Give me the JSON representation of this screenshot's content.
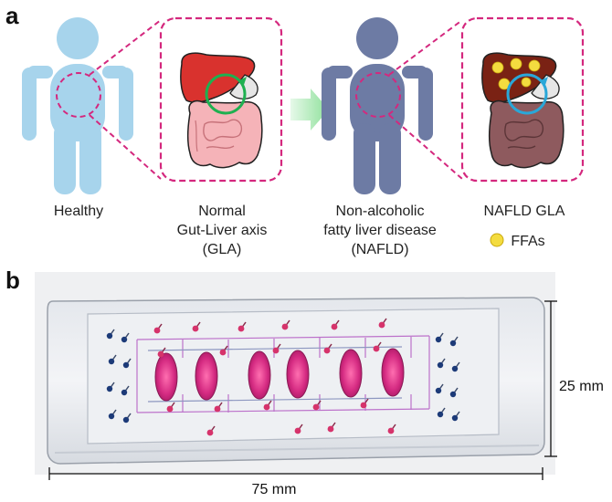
{
  "panel_a": {
    "letter": "a",
    "labels": {
      "healthy": "Healthy",
      "normal_gla_line1": "Normal",
      "normal_gla_line2": "Gut-Liver axis",
      "normal_gla_line3": "(GLA)",
      "nafld_line1": "Non-alcoholic",
      "nafld_line2": "fatty liver disease",
      "nafld_line3": "(NAFLD)",
      "nafld_gla": "NAFLD GLA",
      "ffas": "FFAs"
    },
    "colors": {
      "healthy_figure": "#a7d4ec",
      "disease_figure": "#6d7ba4",
      "callout_border": "#d4287e",
      "arrow": "#8ee09a",
      "healthy_liver": "#d9322e",
      "healthy_gut": "#f5b3b8",
      "fatty_liver": "#7a2214",
      "fatty_gut": "#8e5a5e",
      "gla_ring_healthy": "#1fb050",
      "gla_ring_nafld": "#2aa7d8",
      "ffa_dot": "#f4dc3f"
    }
  },
  "panel_b": {
    "letter": "b",
    "dimension_width": "75 mm",
    "dimension_height": "25 mm",
    "chamber_count": 6,
    "colors": {
      "chamber": "#d62c83",
      "channel": "#b45cc4",
      "port_blue": "#1c3a78",
      "port_red": "#d6336b"
    }
  }
}
